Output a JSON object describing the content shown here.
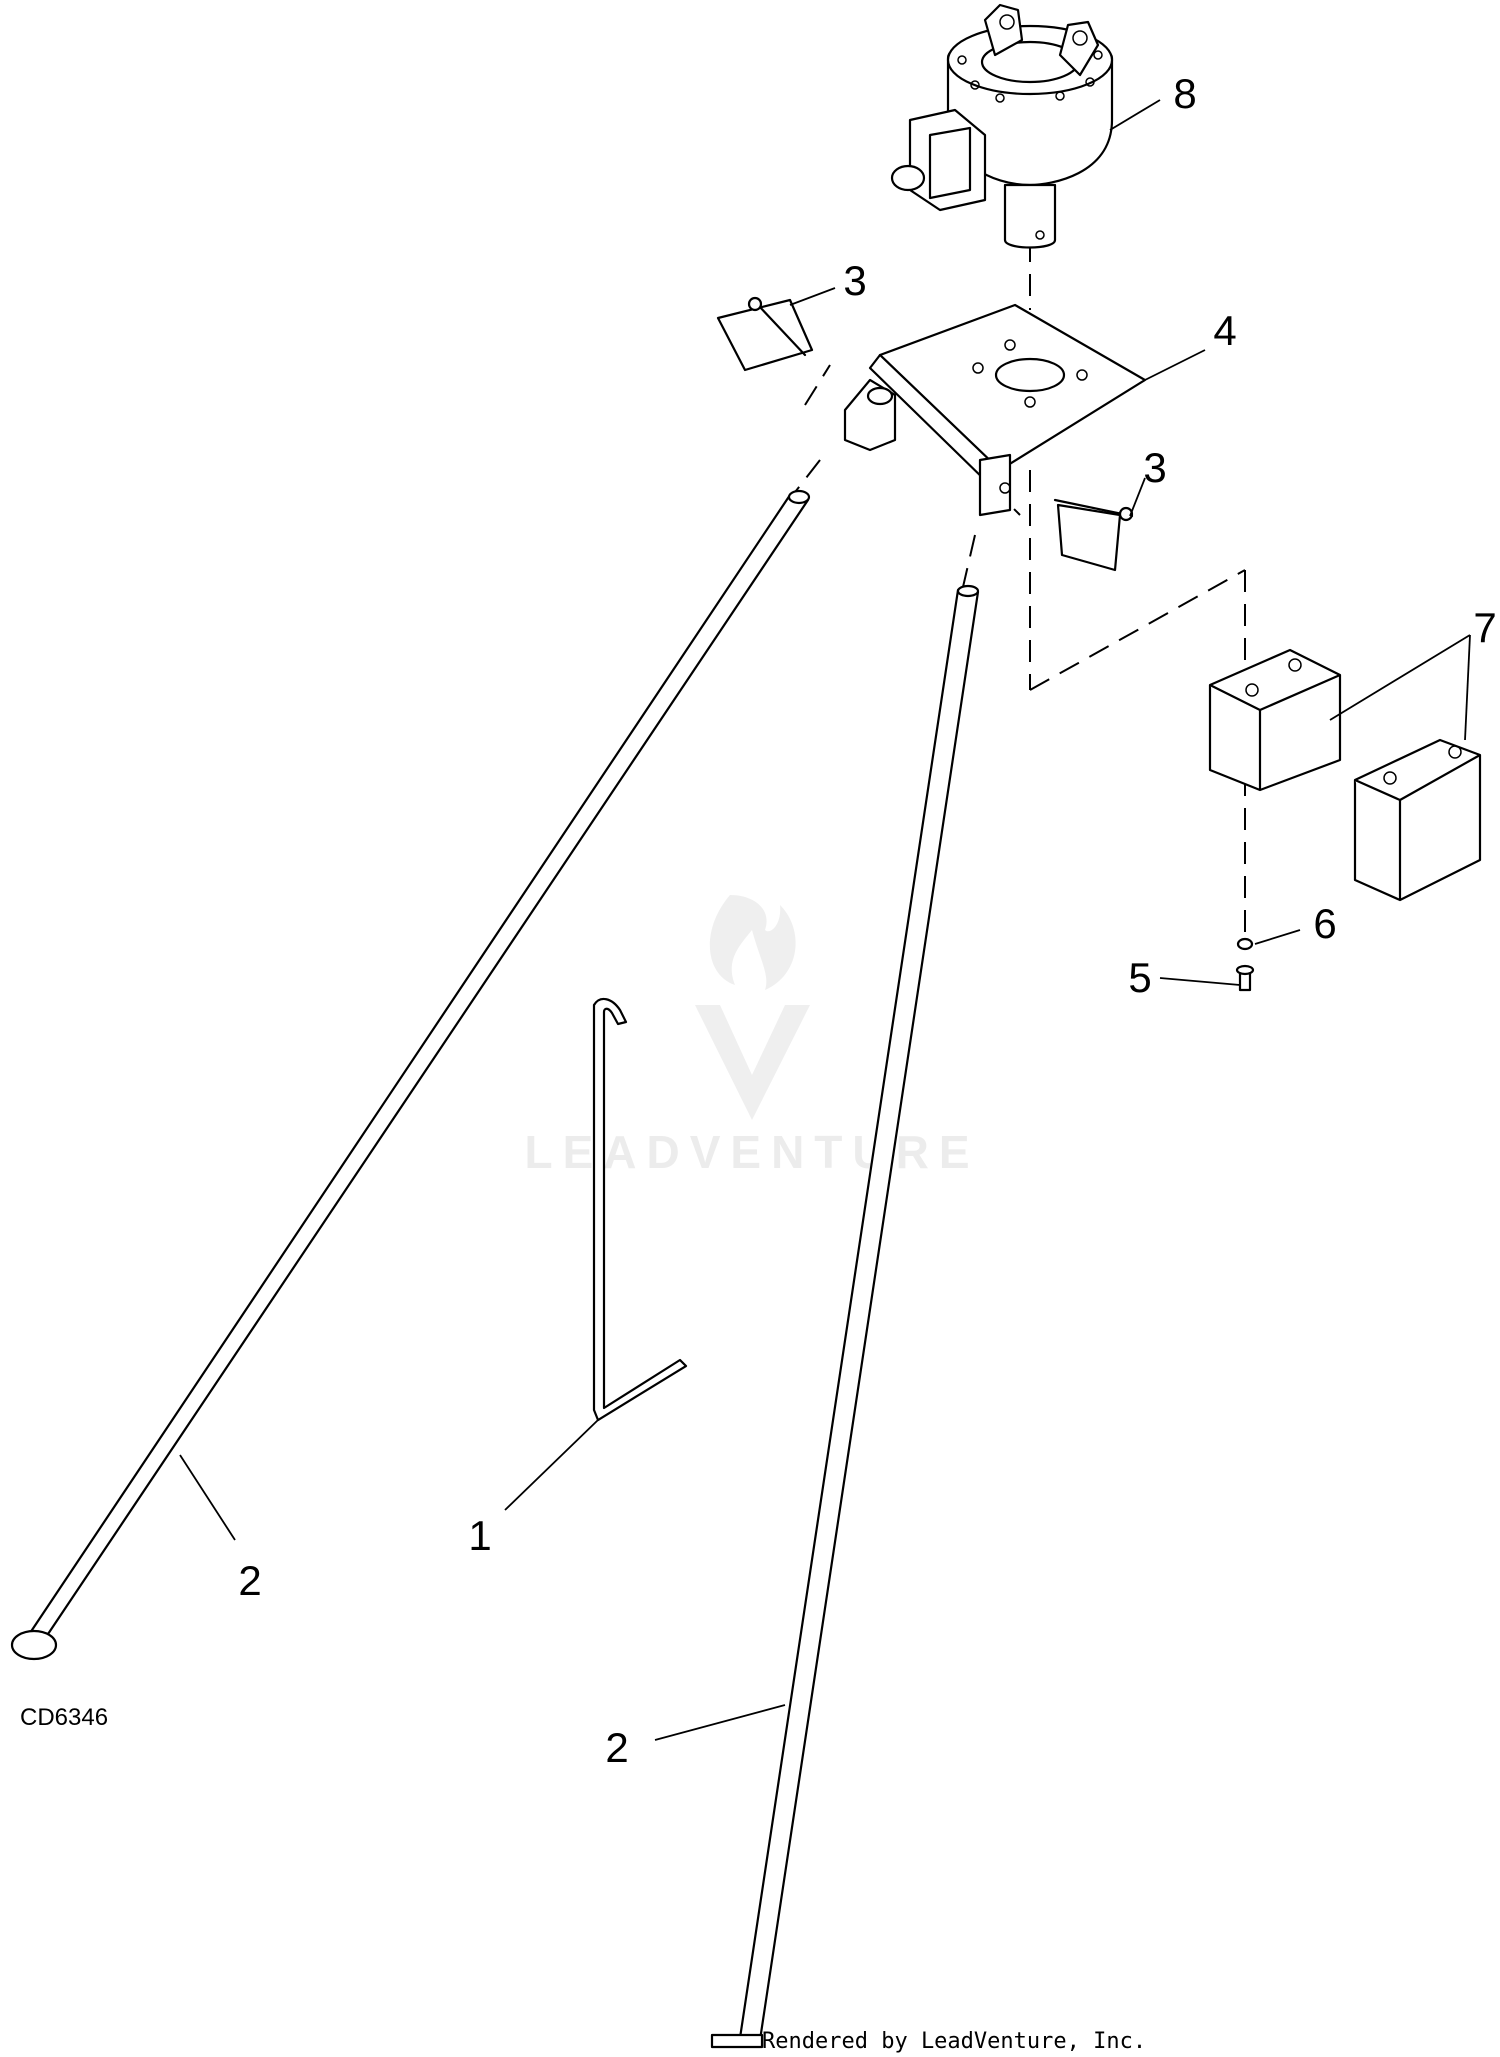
{
  "diagram": {
    "drawing_code": "CD6346",
    "credit": "Rendered by LeadVenture, Inc.",
    "watermark": "LEADVENTURE",
    "callouts": {
      "c1": "1",
      "c2a": "2",
      "c2b": "2",
      "c3a": "3",
      "c3b": "3",
      "c4": "4",
      "c5": "5",
      "c6": "6",
      "c7": "7",
      "c8": "8"
    }
  }
}
